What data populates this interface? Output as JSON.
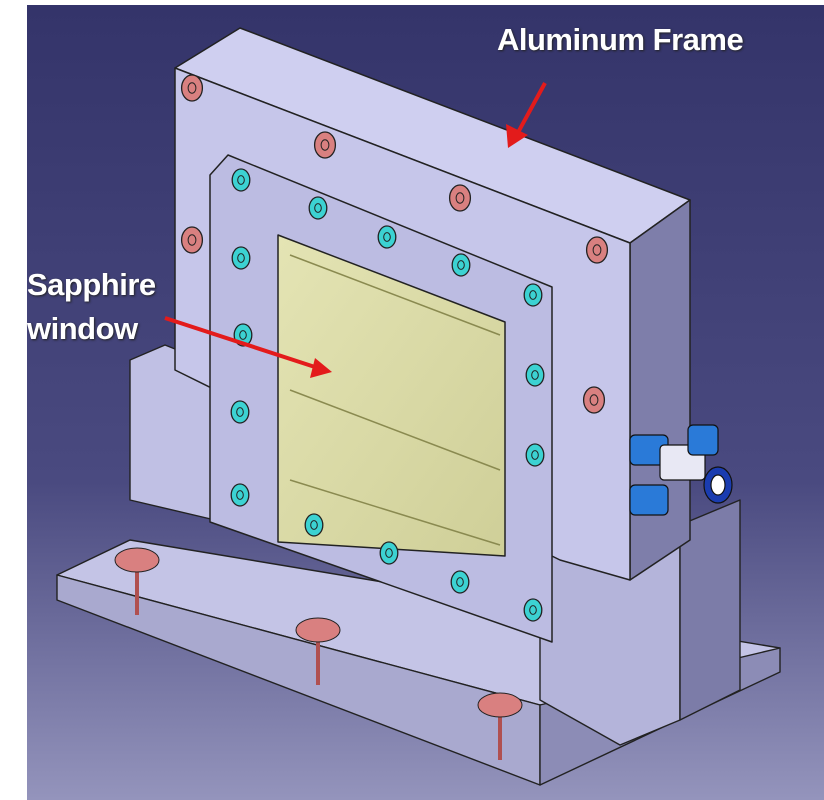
{
  "labels": {
    "frame": "Aluminum Frame",
    "window_line1": "Sapphire",
    "window_line2": "window"
  },
  "colors": {
    "background_top": "#34346a",
    "background_bottom": "#8c8cb4",
    "frame": "#c6c6ea",
    "window": "#d9d9a8",
    "screw_red": "#d98080",
    "screw_cyan": "#3cd2d2",
    "arrow": "#e31b1b",
    "fitting": "#2a7ad8"
  }
}
